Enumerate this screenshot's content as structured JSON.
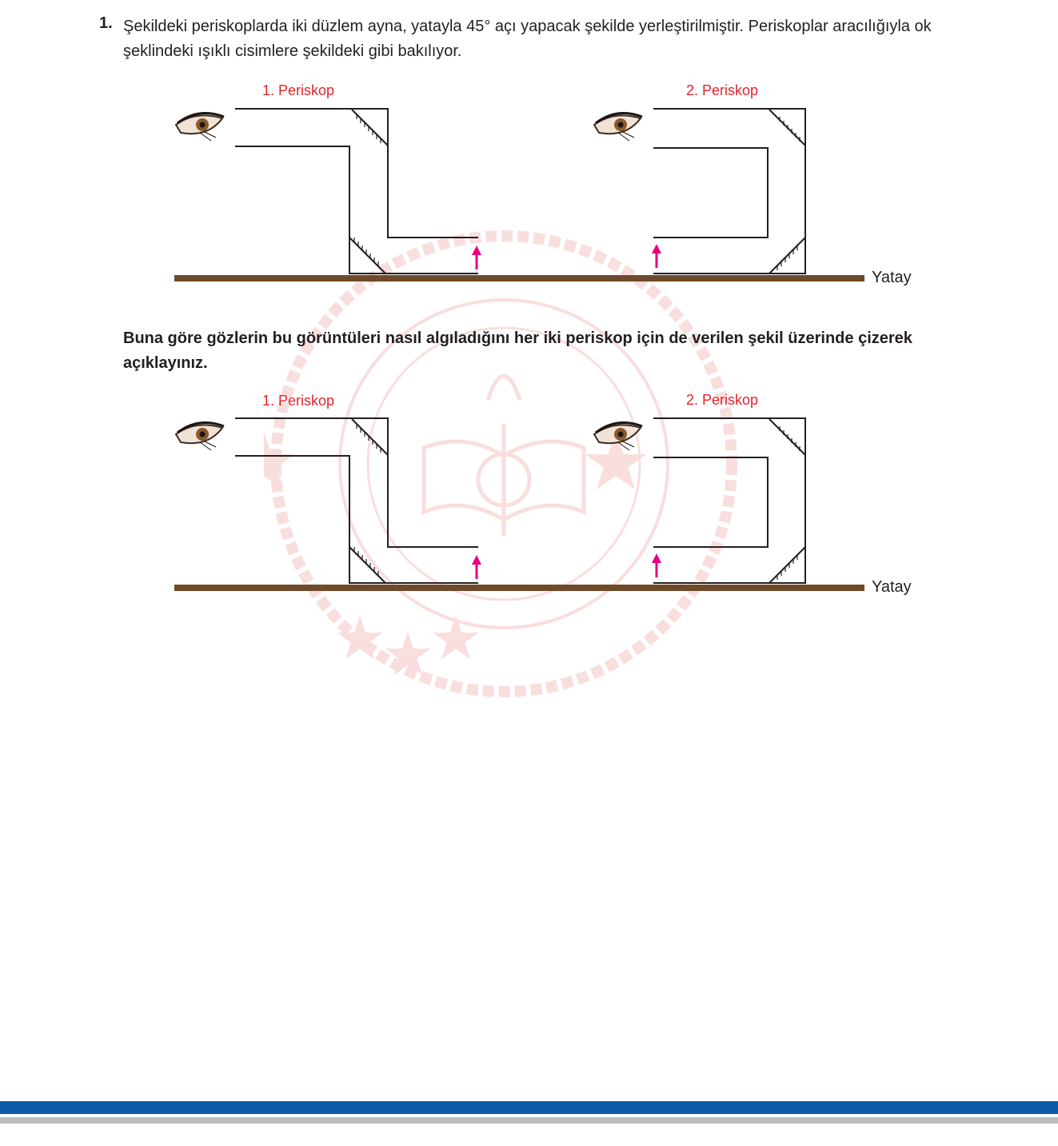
{
  "question": {
    "number": "1.",
    "text": "Şekildeki periskoplarda iki düzlem ayna, yatayla 45° açı yapacak şekilde yerleştirilmiştir. Periskoplar aracılığıyla ok şeklindeki ışıklı cisimlere şekildeki gibi bakılıyor.",
    "instruction": "Buna göre gözlerin bu görüntüleri nasıl algıladığını her iki periskop için de verilen şekil üzerinde çizerek açıklayınız."
  },
  "figures": [
    {
      "periscope1_label": "1. Periskop",
      "periscope2_label": "2. Periskop",
      "ground_label": "Yatay"
    },
    {
      "periscope1_label": "1. Periskop",
      "periscope2_label": "2. Periskop",
      "ground_label": "Yatay"
    }
  ],
  "colors": {
    "label": "#e3242b",
    "arrow": "#e6007e",
    "ground": "#6f4a2a",
    "band_blue": "#0d5aa7",
    "band_gray": "#bcbec0",
    "watermark": "#f2b8b8"
  },
  "icons": [
    "eye-icon",
    "arrow-up-icon",
    "mirror-hatch",
    "ministry-seal-watermark"
  ]
}
